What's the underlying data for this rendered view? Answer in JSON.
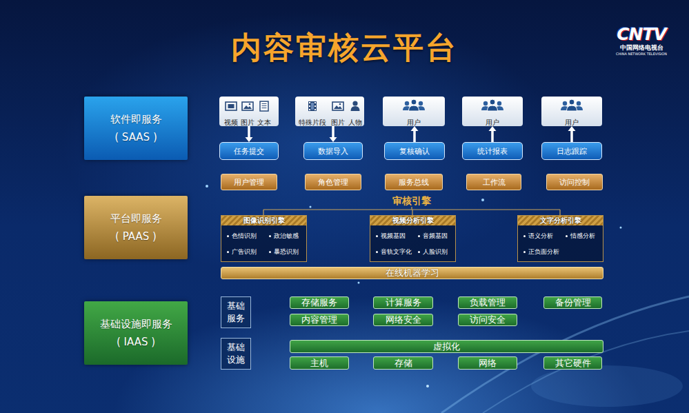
{
  "diagram": {
    "title": "内容审核云平台",
    "nodes": [
      {
        "text": [
          "软件即服务",
          "( SAAS )"
        ]
      },
      {
        "text": [
          "视频",
          "图片",
          "文本"
        ]
      },
      {
        "text": [
          "任务提交"
        ]
      },
      {
        "text": [
          "特殊片段",
          "图片",
          "人物"
        ]
      },
      {
        "text": [
          "数据导入"
        ]
      },
      {
        "text": [
          "用户"
        ]
      },
      {
        "text": [
          "复核确认"
        ]
      },
      {
        "text": [
          "用户"
        ]
      },
      {
        "text": [
          "统计报表"
        ]
      },
      {
        "text": [
          "用户"
        ]
      },
      {
        "text": [
          "日志跟踪"
        ]
      },
      {
        "text": [
          "用户管理"
        ]
      },
      {
        "text": [
          "角色管理"
        ]
      },
      {
        "text": [
          "服务总线"
        ]
      },
      {
        "text": [
          "工作流"
        ]
      },
      {
        "text": [
          "访问控制"
        ]
      },
      {
        "text": [
          "平台即服务",
          "( PAAS )"
        ]
      },
      {
        "text": [
          "图像识别引擎",
          "色情识别",
          "政治敏感",
          "广告识别",
          "暴恐识别"
        ]
      },
      {
        "text": [
          "视频分析引擎",
          "视频基因",
          "音频基因",
          "音轨文字化",
          "人脸识别"
        ]
      },
      {
        "text": [
          "文字分析引擎",
          "语义分析",
          "情感分析",
          "正负面分析"
        ]
      },
      {
        "text": [
          "在线机器学习"
        ]
      },
      {
        "text": [
          "基础设施即服务",
          "( IAAS )"
        ]
      },
      {
        "text": [
          "基础 服务"
        ]
      },
      {
        "text": [
          "存储服务"
        ]
      },
      {
        "text": [
          "计算服务"
        ]
      },
      {
        "text": [
          "负载管理"
        ]
      },
      {
        "text": [
          "备份管理"
        ]
      },
      {
        "text": [
          "内容管理"
        ]
      },
      {
        "text": [
          "网络安全"
        ]
      },
      {
        "text": [
          "访问安全"
        ]
      },
      {
        "text": [
          "基础 设施"
        ]
      },
      {
        "text": [
          "虚拟化"
        ]
      },
      {
        "text": [
          "主机"
        ]
      },
      {
        "text": [
          "存储"
        ]
      },
      {
        "text": [
          "网络"
        ]
      },
      {
        "text": [
          "其它硬件"
        ]
      }
    ],
    "edges": [
      {
        "from": 1,
        "to": 2,
        "arrow": "to"
      },
      {
        "from": 3,
        "to": 4,
        "arrow": "to"
      },
      {
        "from": 6,
        "to": 5,
        "arrow": "to"
      },
      {
        "from": 8,
        "to": 7,
        "arrow": "to"
      },
      {
        "from": 10,
        "to": 9,
        "arrow": "to"
      }
    ],
    "labels": [
      "审核引擎",
      "CNTV",
      "中国网络电视台",
      "CHINA NETWORK TELEVISION"
    ]
  }
}
